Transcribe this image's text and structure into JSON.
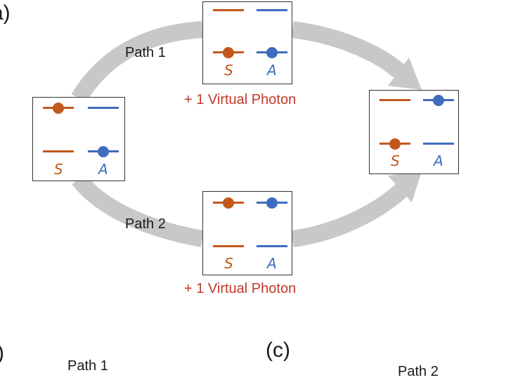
{
  "labels": {
    "panel_a": "a)",
    "panel_b": ")",
    "panel_c": "(c)",
    "path1": "Path 1",
    "path2": "Path 2",
    "path1_bottom": "Path 1",
    "path2_bottom": "Path 2",
    "photon_top": "+ 1 Virtual Photon",
    "photon_bottom": "+ 1 Virtual Photon"
  },
  "states": {
    "symbol_s": "S",
    "symbol_a": "A"
  },
  "colors": {
    "s_level": "#c2581c",
    "a_level": "#3f6cbf",
    "arrow": "#c8c8c8",
    "photon_text": "#c0392b",
    "box_border": "#333333"
  }
}
